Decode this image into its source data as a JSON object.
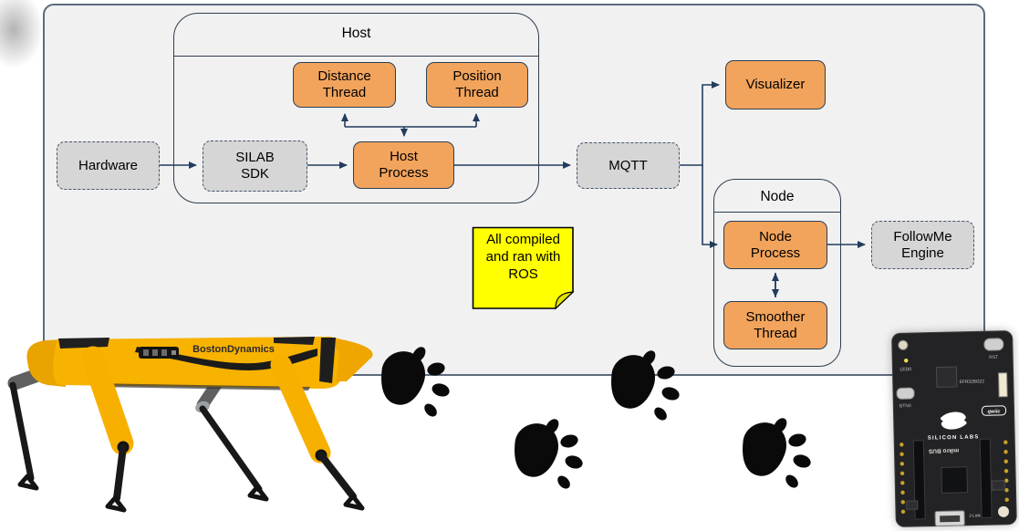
{
  "diagram": {
    "groups": {
      "host": "Host",
      "node": "Node"
    },
    "nodes": {
      "hardware": "Hardware",
      "silab_sdk": "SILAB\nSDK",
      "distance_thread": "Distance\nThread",
      "position_thread": "Position\nThread",
      "host_process": "Host\nProcess",
      "mqtt": "MQTT",
      "visualizer": "Visualizer",
      "node_process": "Node\nProcess",
      "smoother_thread": "Smoother\nThread",
      "followme_engine": "FollowMe\nEngine"
    },
    "sticky_note": "All compiled and ran with ROS"
  },
  "robot": {
    "brand": "BostonDynamics"
  },
  "board": {
    "led0": "LED0",
    "rst": "RST",
    "btn0": "BTN0",
    "chip": "EFR32BG22",
    "qwiic": "qwiic",
    "brand": "SILICON LABS",
    "mikrobus": "mikro BUS",
    "jlink": "J-Link"
  },
  "colors": {
    "orange_fill": "#F2A45C",
    "gray_fill": "#D6D6D6",
    "note_yellow": "#FFFF00",
    "line": "#223C5C",
    "container_border": "#5D6B7C",
    "container_fill": "#F1F1F2",
    "spot_yellow": "#F8B200"
  }
}
